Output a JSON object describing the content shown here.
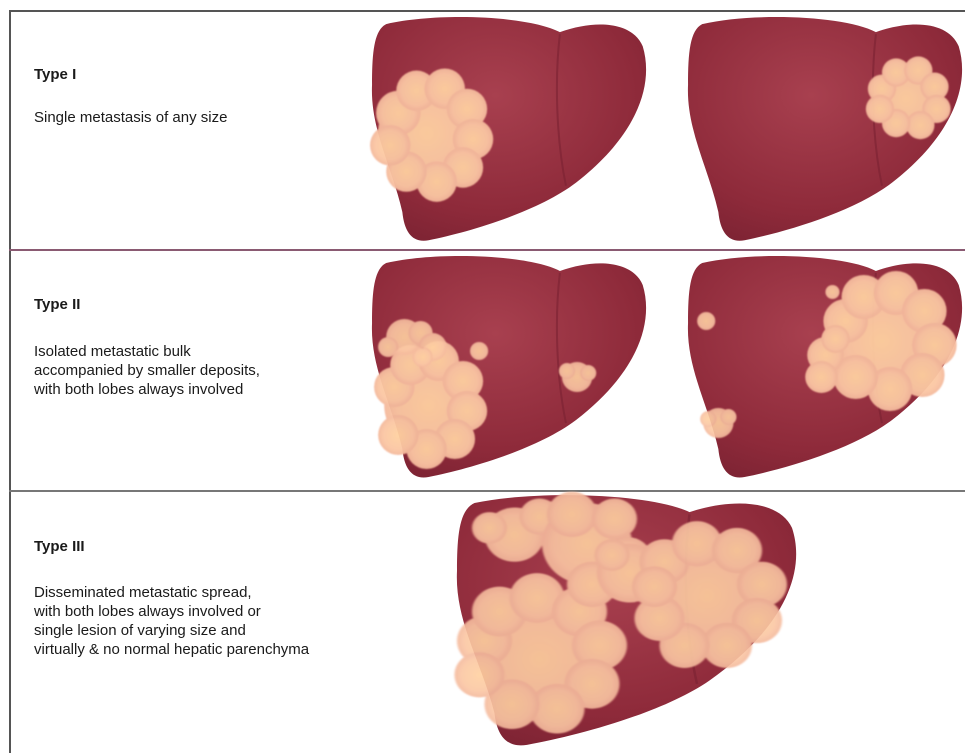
{
  "rows": [
    {
      "title": "Type I",
      "lines": [
        "Single metastasis of any size"
      ]
    },
    {
      "title": "Type II",
      "lines": [
        "Isolated metastatic bulk",
        "accompanied by smaller deposits,",
        "with both lobes always involved"
      ]
    },
    {
      "title": "Type III",
      "lines": [
        "Disseminated metastatic spread,",
        "with both lobes always involved or",
        "single lesion of varying size and",
        "virtually & no normal hepatic parenchyma"
      ]
    }
  ],
  "illustrations": [
    "liver-type-1-left-lobe-lesion",
    "liver-type-1-right-lobe-lesion",
    "liver-type-2-left-bulk",
    "liver-type-2-right-bulk",
    "liver-type-3-disseminated"
  ],
  "colors": {
    "liver": "#8e2a3a",
    "liver_light": "#a8404f",
    "lesion_center": "#ffd1a0",
    "lesion_edge": "#f2b49a",
    "divider_1": "#8a5a72",
    "frame": "#555555"
  }
}
